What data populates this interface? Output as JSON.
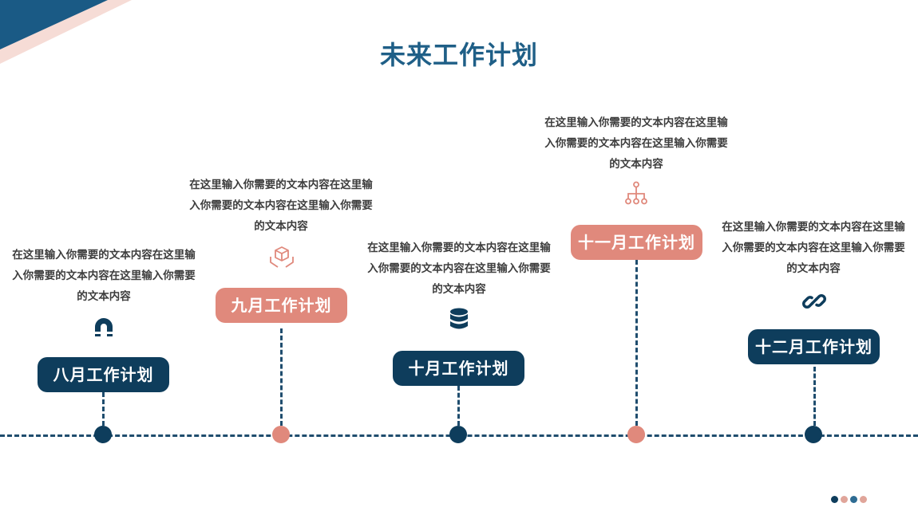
{
  "page": {
    "title": "未来工作计划"
  },
  "colors": {
    "navy": "#0e3d5c",
    "pink": "#e0897c",
    "title": "#1f5f87"
  },
  "milestones": [
    {
      "label": "八月工作计划",
      "text": "在这里输入你需要的文本内容在这里输入你需要的文本内容在这里输入你需要的文本内容",
      "icon": "magnet-icon",
      "color": "navy"
    },
    {
      "label": "九月工作计划",
      "text": "在这里输入你需要的文本内容在这里输入你需要的文本内容在这里输入你需要的文本内容",
      "icon": "box-in-hands-icon",
      "color": "pink"
    },
    {
      "label": "十月工作计划",
      "text": "在这里输入你需要的文本内容在这里输入你需要的文本内容在这里输入你需要的文本内容",
      "icon": "database-icon",
      "color": "navy"
    },
    {
      "label": "十一月工作计划",
      "text": "在这里输入你需要的文本内容在这里输入你需要的文本内容在这里输入你需要的文本内容",
      "icon": "hierarchy-icon",
      "color": "pink"
    },
    {
      "label": "十二月工作计划",
      "text": "在这里输入你需要的文本内容在这里输入你需要的文本内容在这里输入你需要的文本内容",
      "icon": "link-icon",
      "color": "navy"
    }
  ]
}
